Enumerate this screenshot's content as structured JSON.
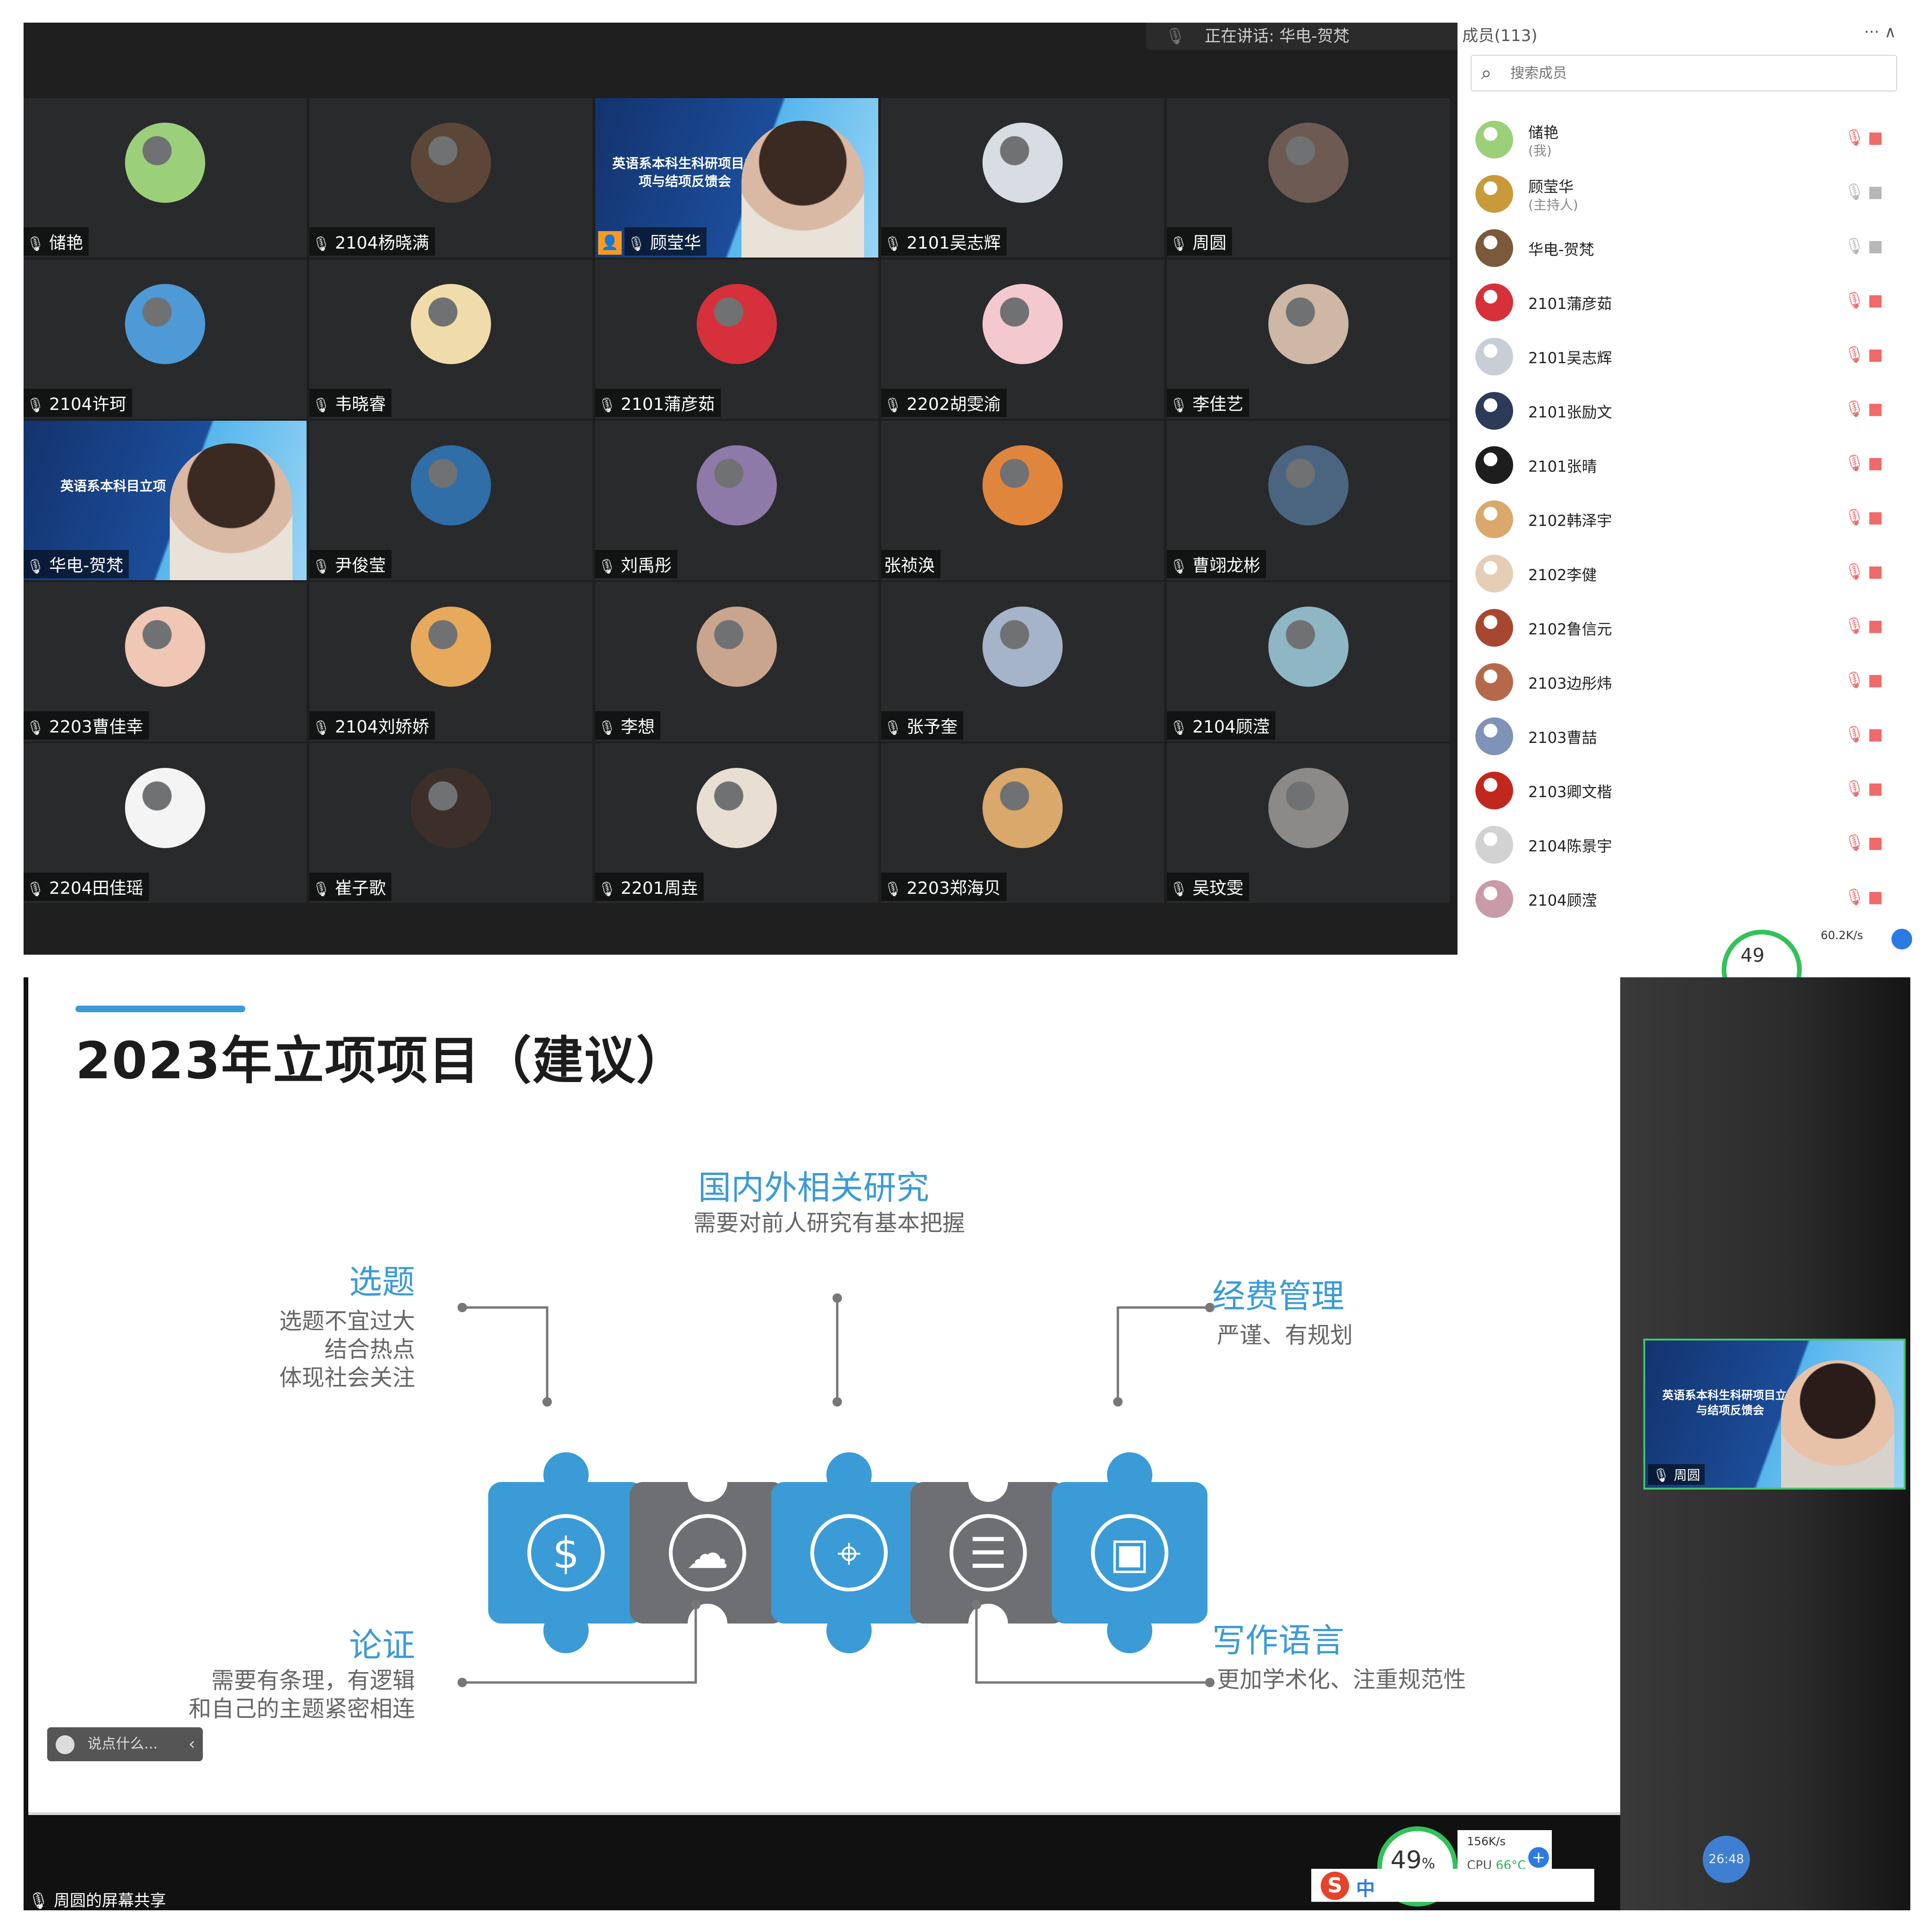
{
  "meeting": {
    "speaking_text": "正在讲话: 华电-贺梵",
    "tiles": [
      {
        "name": "储艳",
        "avatar_color": "#9ccf7a"
      },
      {
        "name": "2104杨晓满",
        "avatar_color": "#5b4637"
      },
      {
        "name": "顾莹华",
        "video": true,
        "slide_text": "英语系本科生科研项目立项与结项反馈会"
      },
      {
        "name": "2101吴志辉",
        "avatar_color": "#d8dde3"
      },
      {
        "name": "周圆",
        "avatar_color": "#6d5a52"
      },
      {
        "name": "2104许珂",
        "avatar_color": "#4d9ad6"
      },
      {
        "name": "韦晓睿",
        "avatar_color": "#f0dcaa"
      },
      {
        "name": "2101蒲彦茹",
        "avatar_color": "#d6303a"
      },
      {
        "name": "2202胡雯渝",
        "avatar_color": "#f3c9cf"
      },
      {
        "name": "李佳艺",
        "avatar_color": "#cfb7a6"
      },
      {
        "name": "华电-贺梵",
        "video": true,
        "slide_text": "英语系本科目立项"
      },
      {
        "name": "尹俊莹",
        "avatar_color": "#2f6ea6"
      },
      {
        "name": "刘禹彤",
        "avatar_color": "#8e7aa8"
      },
      {
        "name": "张祯涣",
        "avatar_color": "#e0863c"
      },
      {
        "name": "曹翊龙彬",
        "avatar_color": "#4b6580"
      },
      {
        "name": "2203曹佳幸",
        "avatar_color": "#f0c7b5"
      },
      {
        "name": "2104刘娇娇",
        "avatar_color": "#e7a95b"
      },
      {
        "name": "李想",
        "avatar_color": "#c9a58d"
      },
      {
        "name": "张予奎",
        "avatar_color": "#a5b4c9"
      },
      {
        "name": "2104顾滢",
        "avatar_color": "#8fb6c4"
      },
      {
        "name": "2204田佳瑶",
        "avatar_color": "#f4f4f4"
      },
      {
        "name": "崔子歌",
        "avatar_color": "#3c2f2a"
      },
      {
        "name": "2201周垚",
        "avatar_color": "#e8dfd2"
      },
      {
        "name": "2203郑海贝",
        "avatar_color": "#d9a86a"
      },
      {
        "name": "吴玟雯",
        "avatar_color": "#8c8a88"
      }
    ]
  },
  "members": {
    "title": "成员(113)",
    "controls": "··· ∧",
    "search_placeholder": "搜索成员",
    "list": [
      {
        "name": "储艳",
        "role": "(我)",
        "mic": "muted",
        "cam": "off",
        "avatar_color": "#9ccf7a"
      },
      {
        "name": "顾莹华",
        "role": "(主持人)",
        "mic": "on",
        "cam": "on",
        "avatar_color": "#c89a3a"
      },
      {
        "name": "华电-贺梵",
        "role": "",
        "mic": "on",
        "cam": "on",
        "avatar_color": "#7a5a3a"
      },
      {
        "name": "2101蒲彦茹",
        "role": "",
        "mic": "muted",
        "cam": "off",
        "avatar_color": "#d6303a"
      },
      {
        "name": "2101吴志辉",
        "role": "",
        "mic": "muted",
        "cam": "off",
        "avatar_color": "#c9ced6"
      },
      {
        "name": "2101张励文",
        "role": "",
        "mic": "muted",
        "cam": "off",
        "avatar_color": "#2d3b5a"
      },
      {
        "name": "2101张晴",
        "role": "",
        "mic": "muted",
        "cam": "off",
        "avatar_color": "#1d1d1d"
      },
      {
        "name": "2102韩泽宇",
        "role": "",
        "mic": "muted",
        "cam": "off",
        "avatar_color": "#d9a86a"
      },
      {
        "name": "2102李健",
        "role": "",
        "mic": "muted",
        "cam": "off",
        "avatar_color": "#e6cdb6"
      },
      {
        "name": "2102鲁信元",
        "role": "",
        "mic": "muted",
        "cam": "off",
        "avatar_color": "#a8472f"
      },
      {
        "name": "2103边彤炜",
        "role": "",
        "mic": "muted",
        "cam": "off",
        "avatar_color": "#b5694a"
      },
      {
        "name": "2103曹喆",
        "role": "",
        "mic": "muted",
        "cam": "off",
        "avatar_color": "#7f93b8"
      },
      {
        "name": "2103卿文楷",
        "role": "",
        "mic": "muted",
        "cam": "off",
        "avatar_color": "#c0281e"
      },
      {
        "name": "2104陈景宇",
        "role": "",
        "mic": "muted",
        "cam": "off",
        "avatar_color": "#d2d2d2"
      },
      {
        "name": "2104顾滢",
        "role": "",
        "mic": "muted",
        "cam": "off",
        "avatar_color": "#c99aa8"
      }
    ],
    "net": {
      "percent": "49",
      "speed": "60.2K/s"
    }
  },
  "slide": {
    "title": "2023年立项项目（建议）",
    "topics": {
      "top_center": {
        "title": "国内外相关研究",
        "desc": [
          "需要对前人研究有基本把握"
        ]
      },
      "top_left": {
        "title": "选题",
        "desc": [
          "选题不宜过大",
          "结合热点",
          "体现社会关注"
        ]
      },
      "top_right": {
        "title": "经费管理",
        "desc": [
          "严谨、有规划"
        ]
      },
      "bottom_left": {
        "title": "论证",
        "desc": [
          "需要有条理，有逻辑",
          "和自己的主题紧密相连"
        ]
      },
      "bottom_right": {
        "title": "写作语言",
        "desc": [
          "更加学术化、注重规范性"
        ]
      }
    },
    "puzzle_colors": [
      "#3a9bd6",
      "#6e6f72",
      "#3a9bd6",
      "#6e6f72",
      "#3a9bd6"
    ],
    "puzzle_icons": [
      "dollar-shield-icon",
      "cloud-upload-icon",
      "location-pin-icon",
      "user-list-icon",
      "inbox-icon"
    ]
  },
  "share": {
    "label": "周圆的屏幕共享",
    "chat_placeholder": "说点什么...",
    "speaker_name": "周圆",
    "speaker_slide_text": "英语系本科生科研项目立项与结项反馈会",
    "timer": "26:48",
    "net_percent": "49",
    "net_percent_unit": "%",
    "net_speed": "156K/s",
    "cpu_label": "CPU",
    "cpu_temp": "66°C",
    "ime_logo": "S",
    "ime_lang": "中"
  }
}
